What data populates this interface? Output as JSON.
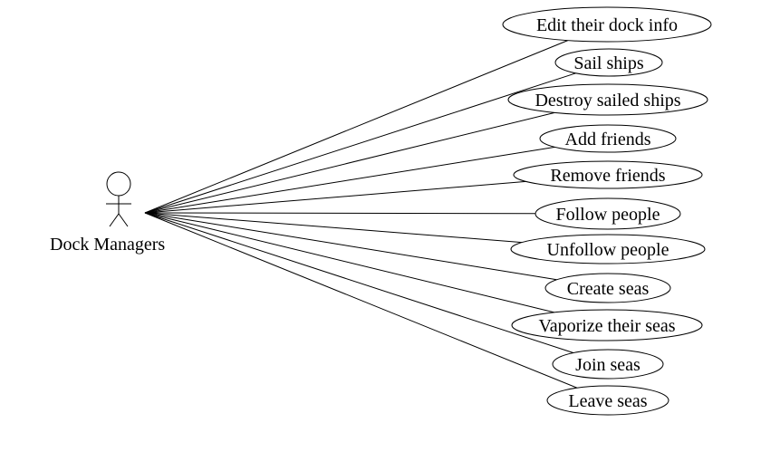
{
  "actor": {
    "name": "Dock Managers",
    "icon": "stick-figure-icon"
  },
  "use_cases": [
    {
      "id": "edit-their-dock-info",
      "label": "Edit their dock info"
    },
    {
      "id": "sail-ships",
      "label": "Sail ships"
    },
    {
      "id": "destroy-sailed-ships",
      "label": "Destroy sailed ships"
    },
    {
      "id": "add-friends",
      "label": "Add friends"
    },
    {
      "id": "remove-friends",
      "label": "Remove friends"
    },
    {
      "id": "follow-people",
      "label": "Follow people"
    },
    {
      "id": "unfollow-people",
      "label": "Unfollow people"
    },
    {
      "id": "create-seas",
      "label": "Create seas"
    },
    {
      "id": "vaporize-their-seas",
      "label": "Vaporize their seas"
    },
    {
      "id": "join-seas",
      "label": "Join seas"
    },
    {
      "id": "leave-seas",
      "label": "Leave seas"
    }
  ],
  "colors": {
    "stroke": "#000000",
    "background": "#ffffff"
  }
}
